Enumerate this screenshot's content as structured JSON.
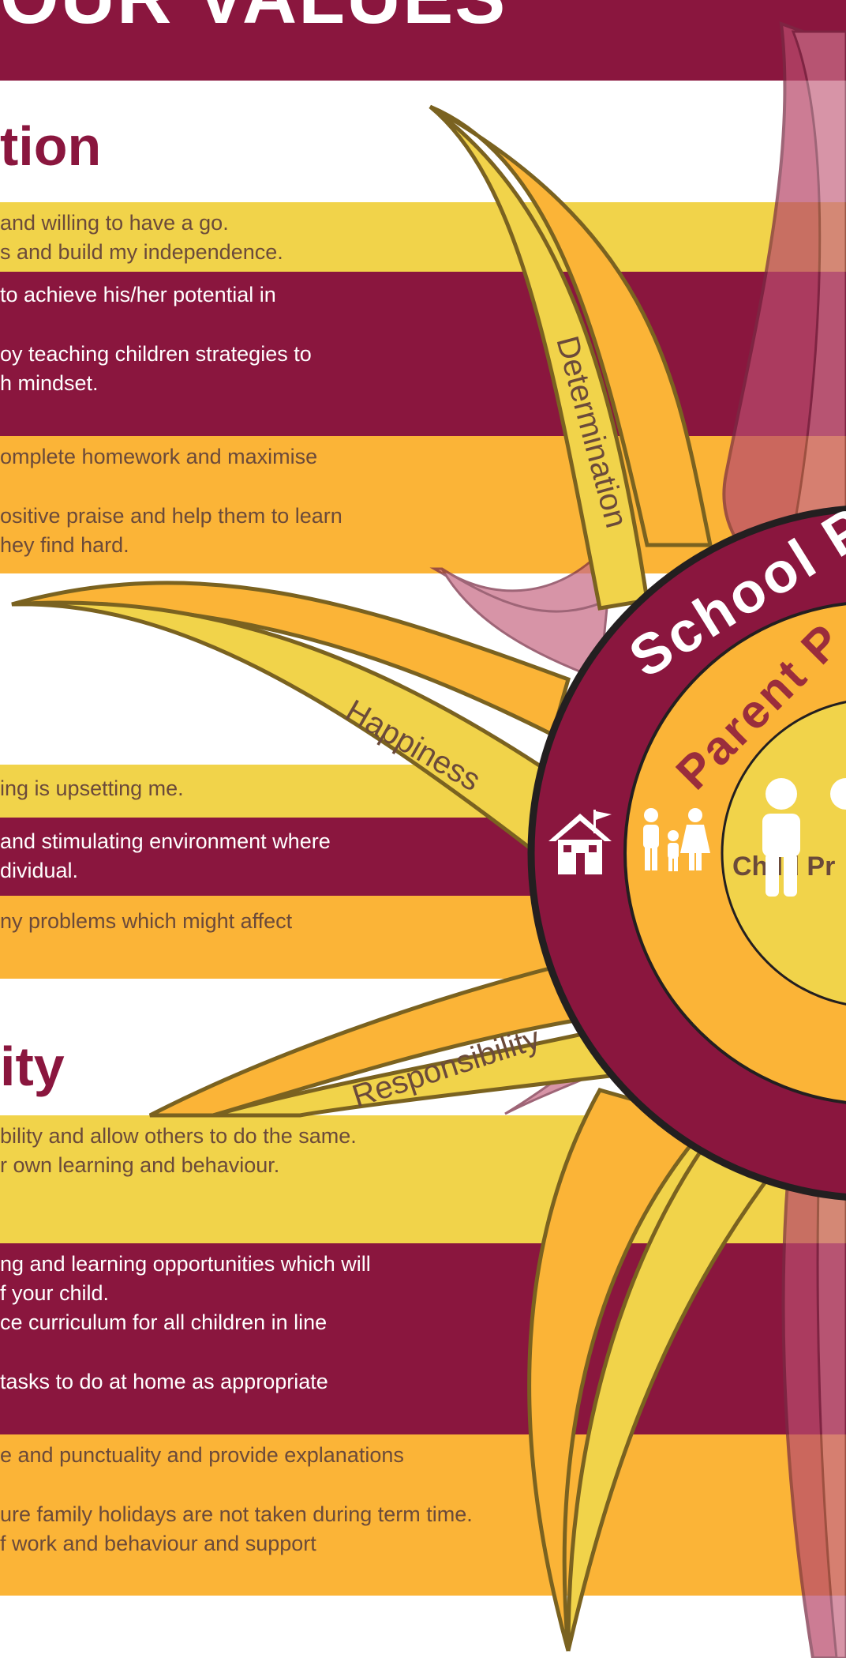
{
  "header": {
    "title": "OUR VALUES"
  },
  "sections": {
    "determination": {
      "heading": "tion"
    },
    "responsibility": {
      "heading": "ity"
    }
  },
  "rows": {
    "r1": [
      "and willing to have a go.",
      "s and build my independence."
    ],
    "r2": [
      "to achieve his/her potential in",
      "",
      "oy teaching children strategies to",
      "h mindset."
    ],
    "r3": [
      "omplete homework and maximise",
      "",
      "ositive praise and help them to learn",
      "hey find hard."
    ],
    "r4": [
      "ing is upsetting me."
    ],
    "r5": [
      "and stimulating environment where",
      "dividual."
    ],
    "r6": [
      "ny problems which might affect"
    ],
    "r7": [
      "bility and allow others to do the same.",
      "r own learning and behaviour."
    ],
    "r8": [
      "ng and learning opportunities which will",
      "f your child.",
      "ce curriculum for all children in line",
      "",
      "tasks to do at home as appropriate"
    ],
    "r9": [
      "e and punctuality and provide explanations",
      "",
      "ure family holidays are not taken during term time.",
      "f work and behaviour and support"
    ]
  },
  "sun": {
    "petals": {
      "determination": "Determination",
      "happiness": "Happiness",
      "responsibility": "Responsibility"
    },
    "rings": {
      "school": "School P",
      "parent": "Parent P",
      "child": "Child Pr"
    }
  },
  "colors": {
    "maroon": "#8a163e",
    "yellow": "#f1d34a",
    "orange": "#fbb437",
    "pink": "#c96c86",
    "outline": "#7a6220",
    "text_brown": "#6b4a3a"
  }
}
